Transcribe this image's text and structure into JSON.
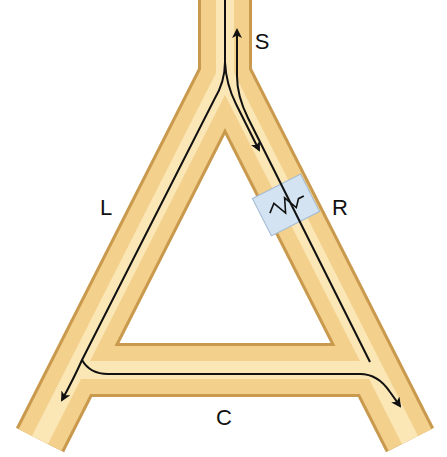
{
  "diagram": {
    "labels": [
      "S",
      "L",
      "R",
      "C"
    ]
  }
}
